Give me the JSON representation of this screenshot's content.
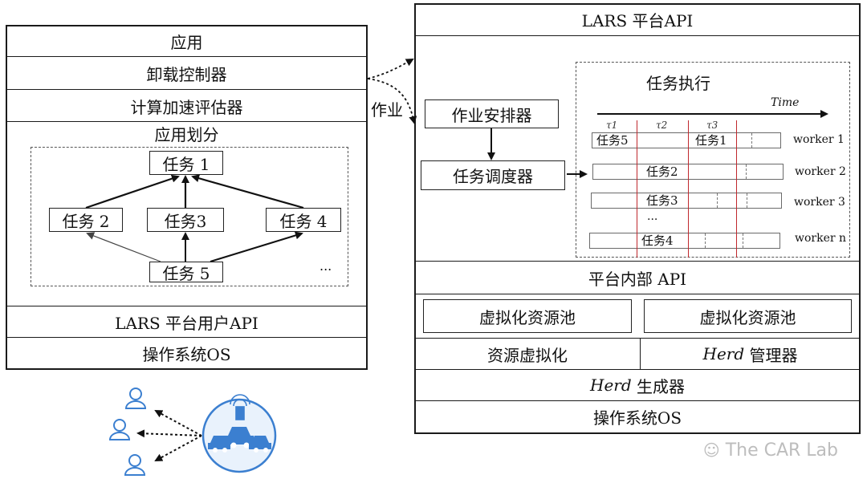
{
  "left_stack": {
    "app": "应用",
    "offload_controller": "卸载控制器",
    "accel_evaluator": "计算加速评估器",
    "partition_title": "应用划分",
    "task1": "任务 1",
    "task2": "任务 2",
    "task3": "任务3",
    "task4": "任务 4",
    "task5": "任务 5",
    "ellipsis": "...",
    "user_api": "LARS 平台用户API",
    "os": "操作系统OS"
  },
  "job_label": "作业",
  "right_stack": {
    "platform_api": "LARS 平台API",
    "job_scheduler": "作业安排器",
    "task_dispatcher": "任务调度器",
    "execution": {
      "title": "任务执行",
      "time_label": "Time",
      "taus": [
        "τ1",
        "τ2",
        "τ3"
      ],
      "worker_rows": [
        {
          "worker": "worker 1",
          "tasks": [
            "任务5",
            "任务1"
          ]
        },
        {
          "worker": "worker 2",
          "tasks": [
            "任务2"
          ]
        },
        {
          "worker": "worker 3",
          "tasks": [
            "任务3"
          ]
        },
        {
          "worker": "worker n",
          "tasks": [
            "任务4"
          ]
        }
      ],
      "ellipsis": "..."
    },
    "internal_api": "平台内部 API",
    "resource_pool_1": "虚拟化资源池",
    "resource_pool_2": "虚拟化资源池",
    "resource_virtualization": "资源虚拟化",
    "herd_manager_italic": "Herd",
    "herd_manager_rest": " 管理器",
    "herd_generator_italic": "Herd",
    "herd_generator_rest": " 生成器",
    "os": "操作系统OS"
  },
  "watermark": "The CAR Lab",
  "colors": {
    "line": "#1a1a1a",
    "red_marker": "#c0282d",
    "icon_blue": "#3b7fd0",
    "circle_fill": "#e9f2fc"
  }
}
